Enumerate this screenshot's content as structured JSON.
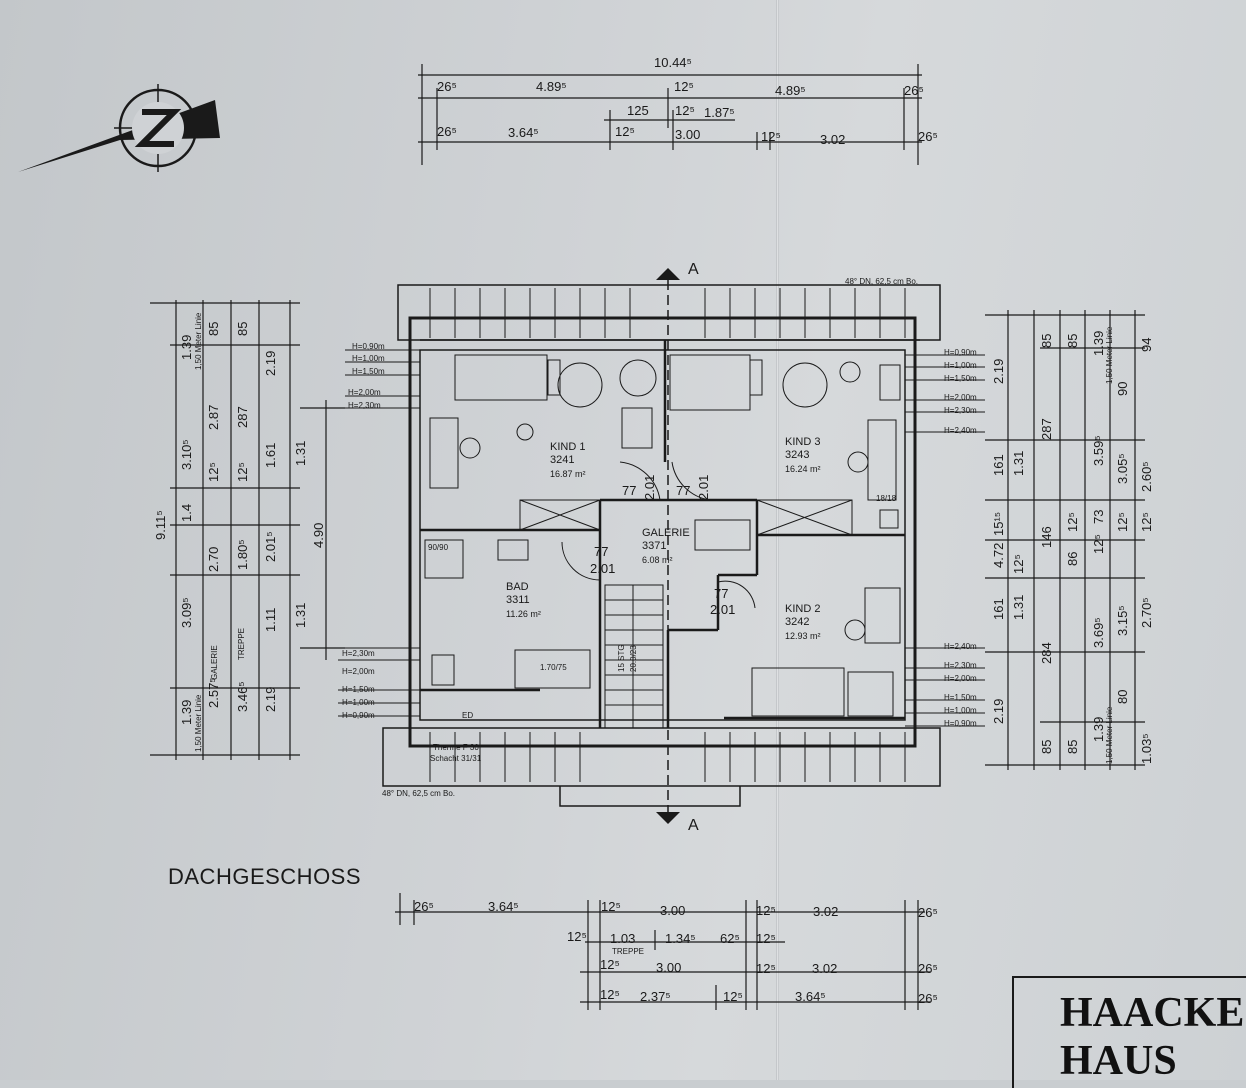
{
  "drawing": {
    "floor_label": "DACHGESCHOSS",
    "brand_line1": "HAACKE",
    "brand_line2": "HAUS",
    "section_marker": "A",
    "roof_note": "48° DN, 62,5 cm Bo."
  },
  "rooms": [
    {
      "name": "KIND 1",
      "number": "3241",
      "area": "16.87 m²"
    },
    {
      "name": "KIND 3",
      "number": "3243",
      "area": "16.24 m²"
    },
    {
      "name": "GALERIE",
      "number": "3371",
      "area": "6.08 m²"
    },
    {
      "name": "BAD",
      "number": "3311",
      "area": "11.26 m²"
    },
    {
      "name": "KIND 2",
      "number": "3242",
      "area": "12.93 m²"
    }
  ],
  "labels": {
    "door_77": "77",
    "door_201": "2.01",
    "stair": "15 STG",
    "stair_ratio": "20.0/23",
    "thermal": "Therme F 30",
    "shaft": "Schacht 31/31",
    "ed": "ED",
    "tub": "1.70/75",
    "shower": "90/90",
    "chimney": "18/18"
  },
  "heights_left_top": [
    "H=0,90m",
    "H=1,00m",
    "H=1,50m",
    "H=2,00m",
    "H=2,30m"
  ],
  "heights_left_bottom": [
    "H=2,30m",
    "H=2,00m",
    "H=1,50m",
    "H=1,00m",
    "H=0,90m"
  ],
  "heights_right_top": [
    "H=0,90m",
    "H=1,00m",
    "H=1,50m",
    "H=2,00m",
    "H=2,30m",
    "H=2,40m"
  ],
  "heights_right_bottom": [
    "H=2,40m",
    "H=2,30m",
    "H=2,00m",
    "H=1,50m",
    "H=1,00m",
    "H=0,90m"
  ],
  "dims_top": {
    "overall": "10.44⁵",
    "row1": [
      "26⁵",
      "4.89⁵",
      "12⁵",
      "4.89⁵",
      "26⁵"
    ],
    "row2": [
      "125",
      "12⁵",
      "1.87⁵"
    ],
    "row3": [
      "26⁵",
      "3.64⁵",
      "12⁵",
      "3.00",
      "12⁵",
      "3.02",
      "26⁵"
    ]
  },
  "dims_bottom": {
    "row1": [
      "26⁵",
      "3.64⁵",
      "12⁵",
      "3.00",
      "12⁵",
      "3.02",
      "26⁵"
    ],
    "row2": [
      "12⁵",
      "1.03",
      "1.34⁵",
      "62⁵",
      "12⁵"
    ],
    "treppe": "TREPPE",
    "row3": [
      "12⁵",
      "3.00",
      "12⁵",
      "3.02",
      "26⁵"
    ],
    "row4": [
      "12⁵",
      "2.37⁵",
      "12⁵",
      "3.64⁵",
      "26⁵"
    ]
  },
  "dims_left": {
    "overall": "9.11⁵",
    "a": [
      "1.39",
      "3.10⁵",
      "1.4",
      "3.09⁵",
      "1.39"
    ],
    "meter_line": "1,50 Meter Linie",
    "galerie": "GALERIE",
    "treppe": "TREPPE",
    "b": [
      "85",
      "2.87",
      "12⁵",
      "2.70",
      "2.57⁵"
    ],
    "c": [
      "85",
      "287",
      "12⁵",
      "1.80⁵",
      "3.46⁵"
    ],
    "d": [
      "2.19",
      "1.61",
      "2.01⁵",
      "1.11",
      "2.19"
    ],
    "e": [
      "1.31",
      "1.31"
    ],
    "f": "4.90"
  },
  "dims_right": {
    "a": [
      "2.19",
      "4.72",
      "2.19"
    ],
    "b": [
      "161",
      "15¹⁵",
      "161"
    ],
    "c": [
      "1.31",
      "12⁵",
      "1.31"
    ],
    "d": [
      "85",
      "287",
      "146",
      "284",
      "85"
    ],
    "e": [
      "85",
      "12⁵",
      "86",
      "85"
    ],
    "f": [
      "1.39",
      "3.59⁵",
      "73",
      "12⁵",
      "3.69⁵",
      "1.39"
    ],
    "g": [
      "90",
      "3.05⁵",
      "12⁵",
      "3.15⁵",
      "80"
    ],
    "h": [
      "94",
      "2.60⁵",
      "12⁵",
      "2.70⁵",
      "1.03⁵"
    ],
    "meter_line": "1,50 Meter Linie"
  }
}
